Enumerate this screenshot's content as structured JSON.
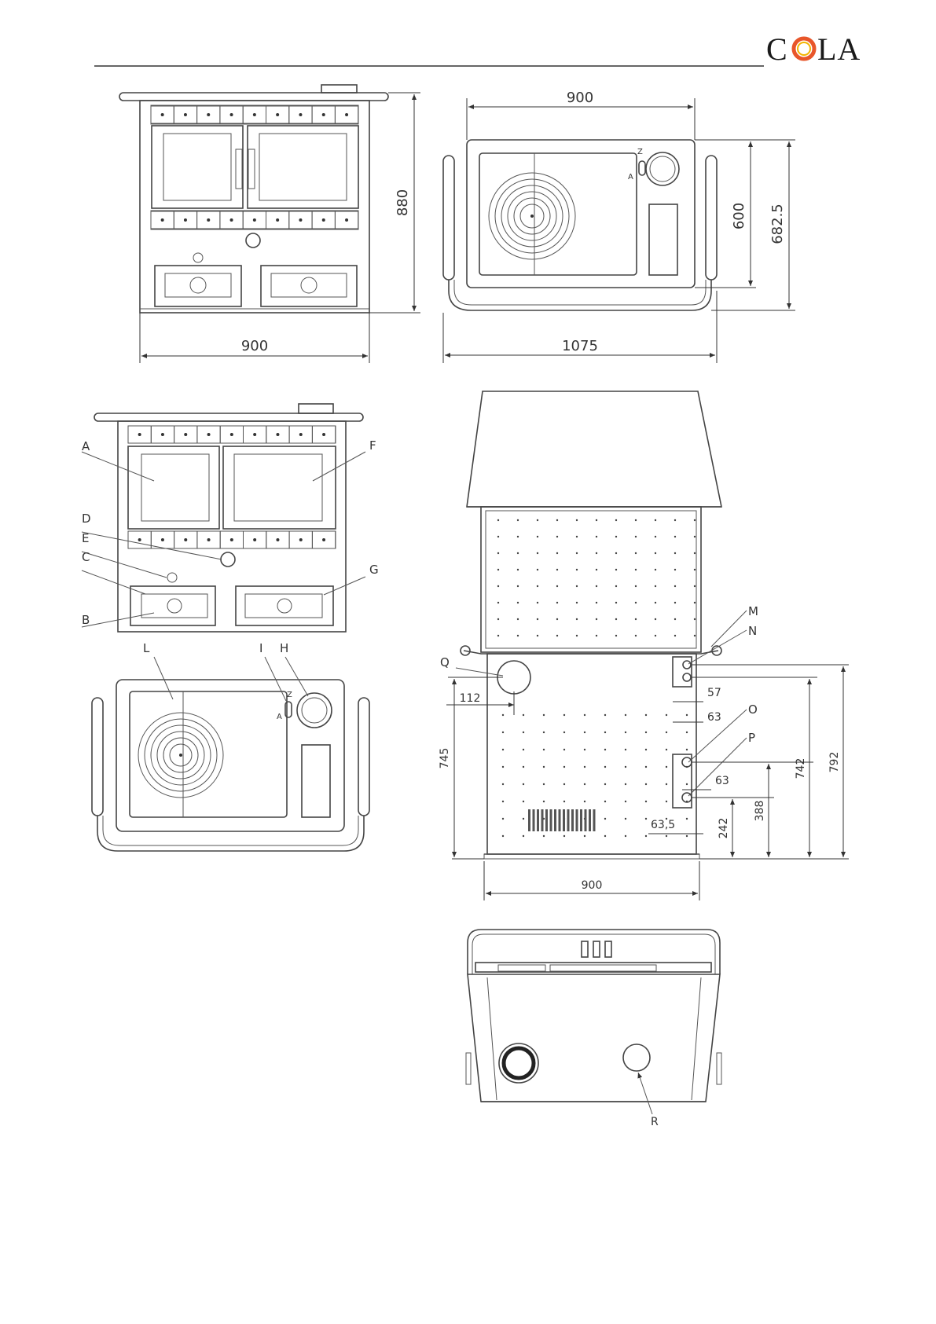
{
  "brand": {
    "logo_text_1": "C",
    "logo_text_2": "LA",
    "ring_color": "#e8562a",
    "ring_inner": "#f3b400"
  },
  "view_front": {
    "dim_width": "900",
    "dim_height": "880"
  },
  "view_top": {
    "dim_width": "900",
    "dim_depth": "600",
    "dim_depth_total": "682.5",
    "dim_total_width": "1075",
    "label_z": "Z",
    "label_a": "A"
  },
  "view_labeled": {
    "labels": [
      "A",
      "F",
      "D",
      "E",
      "C",
      "G",
      "B"
    ]
  },
  "view_top_labeled": {
    "labels": [
      "L",
      "I",
      "H"
    ],
    "label_z": "Z",
    "label_a": "A"
  },
  "view_back": {
    "labels": [
      "M",
      "N",
      "Q",
      "O",
      "P"
    ],
    "dims": {
      "d112": "112",
      "d745": "745",
      "d57": "57",
      "d63a": "63",
      "d63b": "63",
      "d635": "63,5",
      "d242": "242",
      "d388": "388",
      "d742": "742",
      "d792": "792",
      "d900": "900"
    }
  },
  "view_bottom": {
    "label_r": "R"
  }
}
